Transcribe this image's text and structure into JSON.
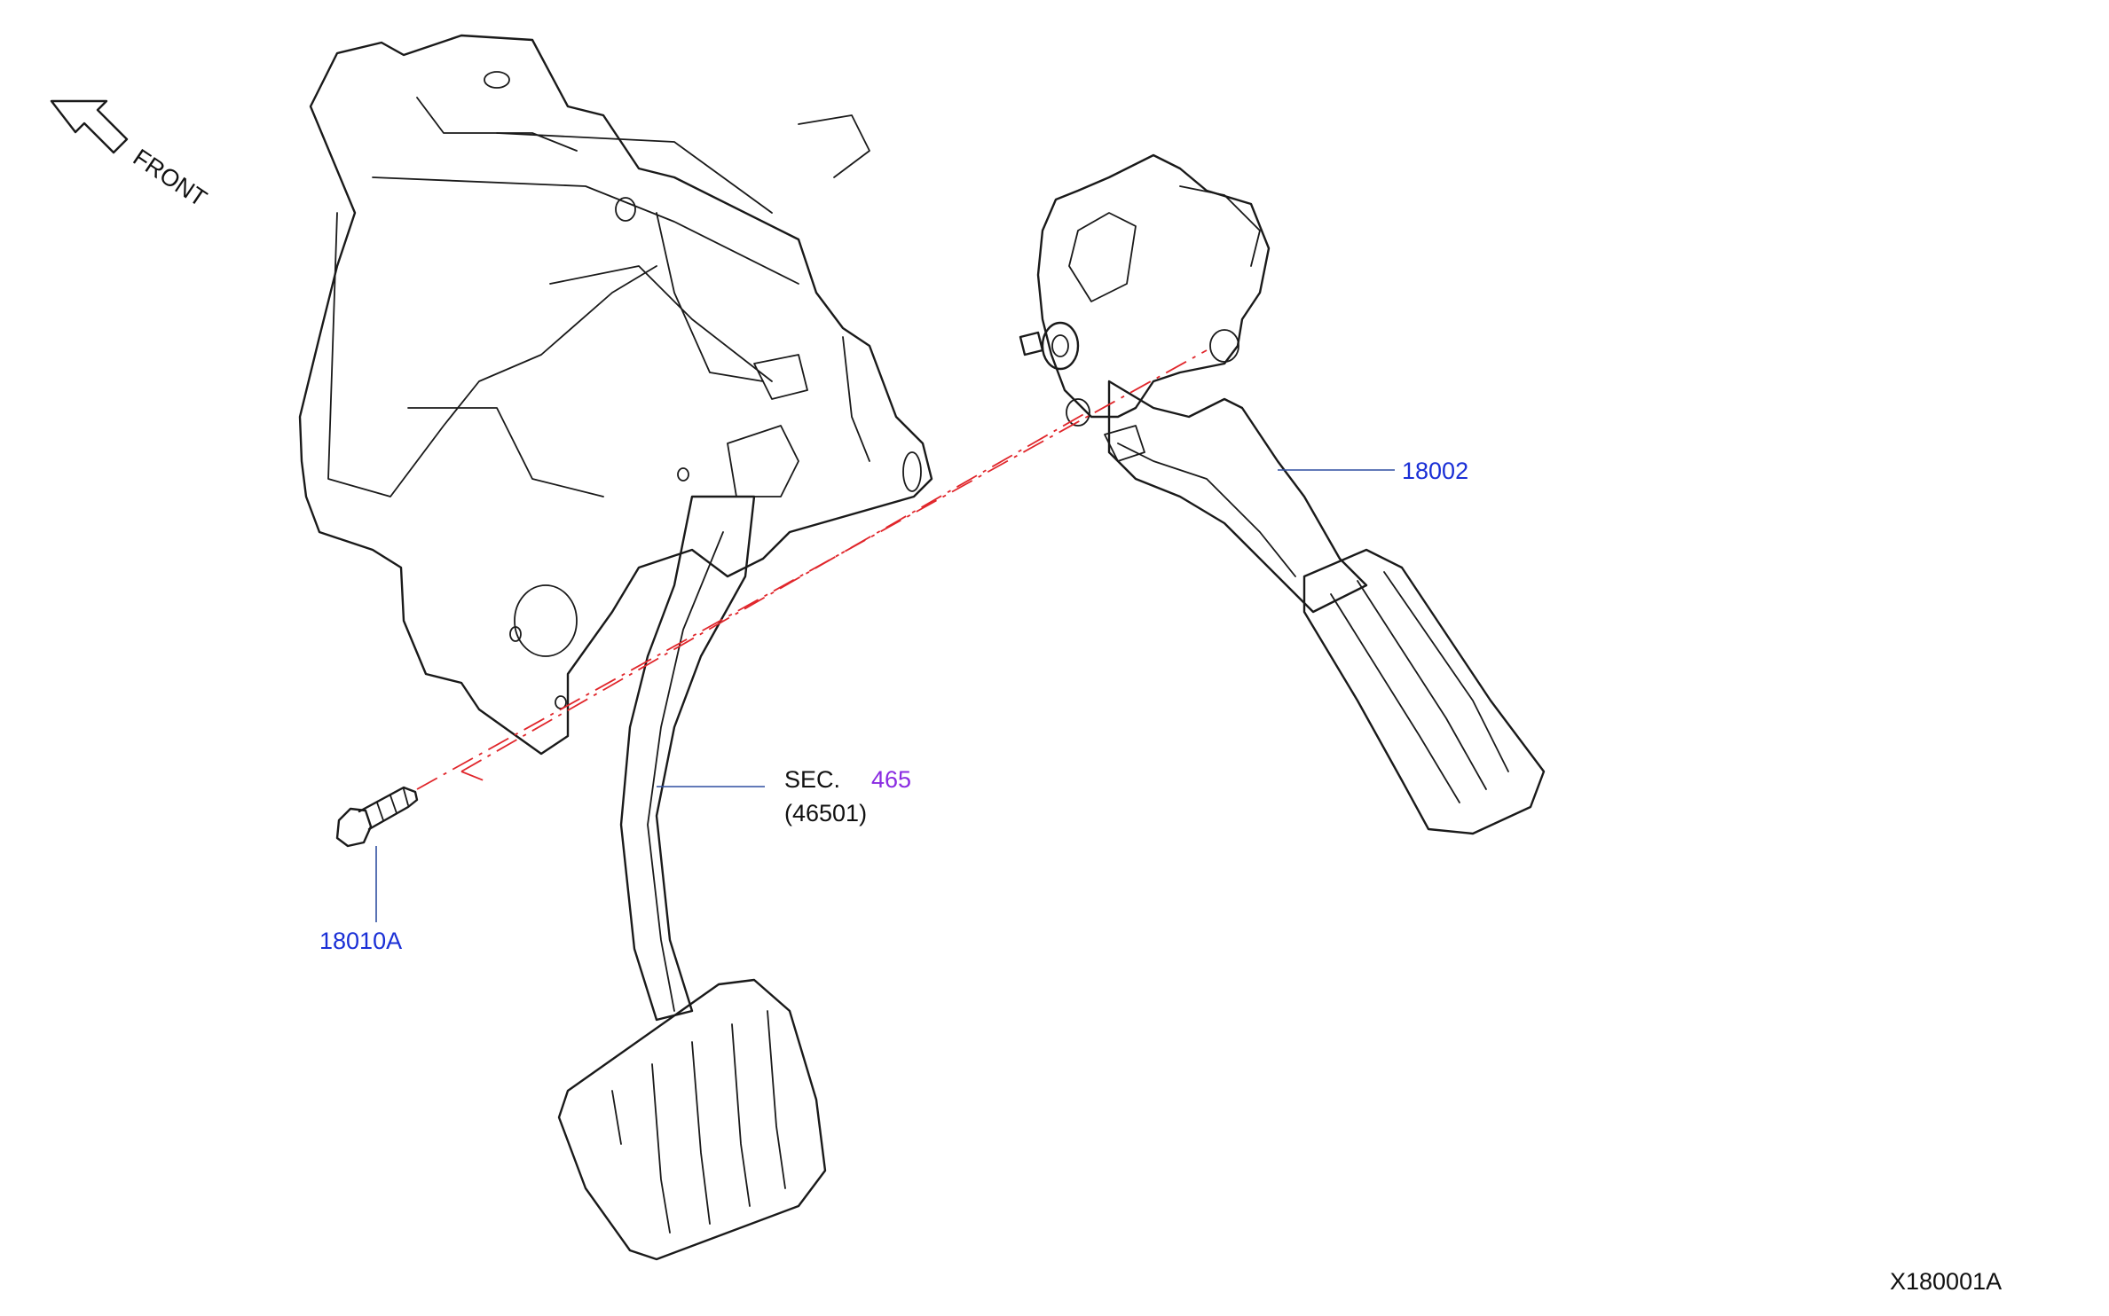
{
  "direction": {
    "label": "FRONT",
    "icon": "arrow-up-left-icon"
  },
  "parts": {
    "accelerator_pedal": {
      "part_number": "18002"
    },
    "bolt": {
      "part_number": "18010A"
    },
    "brake_pedal": {
      "sec_prefix": "SEC.",
      "sec_number": "465",
      "sub_number": "(46501)"
    }
  },
  "diagram_code": "X180001A",
  "colors": {
    "part_number": "#1a2fd6",
    "section_number": "#8a2be2",
    "leader_line": "#2f4fa0",
    "centerline": "#e0262b",
    "outline": "#1a1a1a"
  }
}
